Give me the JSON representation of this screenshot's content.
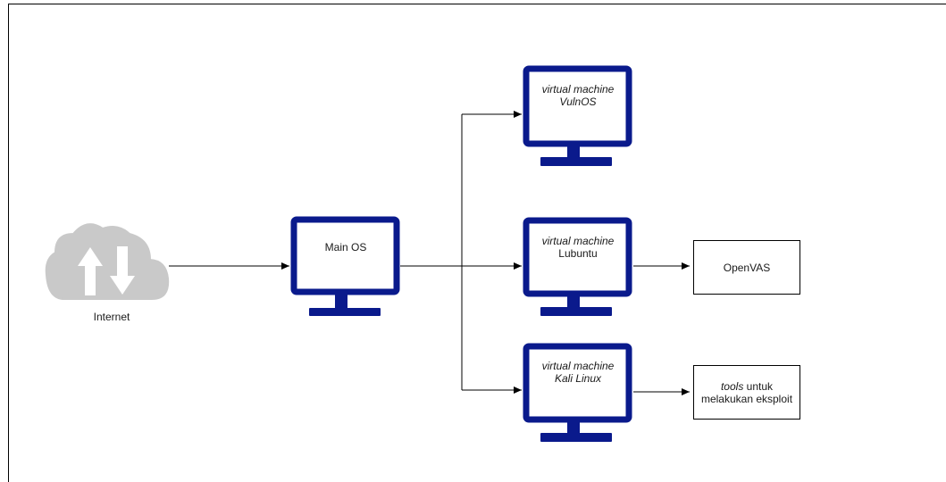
{
  "nodes": {
    "internet": {
      "label": "Internet"
    },
    "main_os": {
      "label": "Main OS"
    },
    "vulnos": {
      "line1": "virtual machine",
      "line2": "VulnOS"
    },
    "lubuntu": {
      "line1": "virtual machine",
      "line2": "Lubuntu"
    },
    "kali": {
      "line1": "virtual machine",
      "line2": "Kali Linux"
    },
    "openvas": {
      "label": "OpenVAS"
    },
    "tools": {
      "line1_italic": "tools",
      "line1_rest": " untuk",
      "line2": "melakukan eksploit"
    }
  },
  "edges": [
    {
      "from": "internet",
      "to": "main_os"
    },
    {
      "from": "main_os",
      "to": "vulnos"
    },
    {
      "from": "main_os",
      "to": "lubuntu"
    },
    {
      "from": "main_os",
      "to": "kali"
    },
    {
      "from": "lubuntu",
      "to": "openvas"
    },
    {
      "from": "kali",
      "to": "tools"
    }
  ],
  "colors": {
    "monitor": "#0a1a8c",
    "cloud": "#c9c9c9",
    "line": "#000000"
  },
  "icons": {
    "monitor": "monitor-icon",
    "cloud": "cloud-updown-icon"
  }
}
